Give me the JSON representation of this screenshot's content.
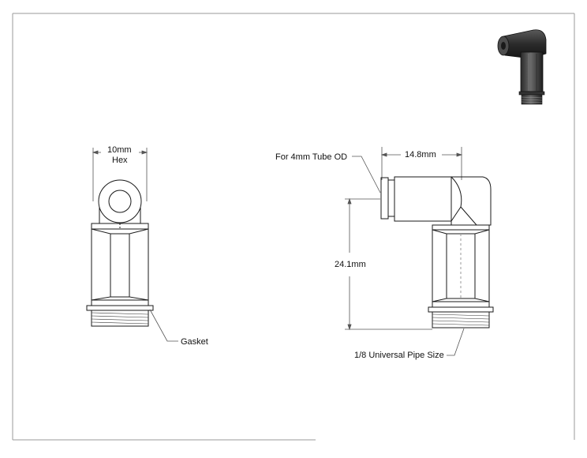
{
  "labels": {
    "hex_size": "10mm",
    "hex_word": "Hex",
    "gasket": "Gasket",
    "tube_od": "For 4mm Tube OD",
    "width": "14.8mm",
    "height": "24.1mm",
    "pipe_size": "1/8 Universal Pipe Size"
  },
  "colors": {
    "line": "#1a1a1a",
    "dim": "#555555",
    "frame": "#9a9a9a"
  }
}
